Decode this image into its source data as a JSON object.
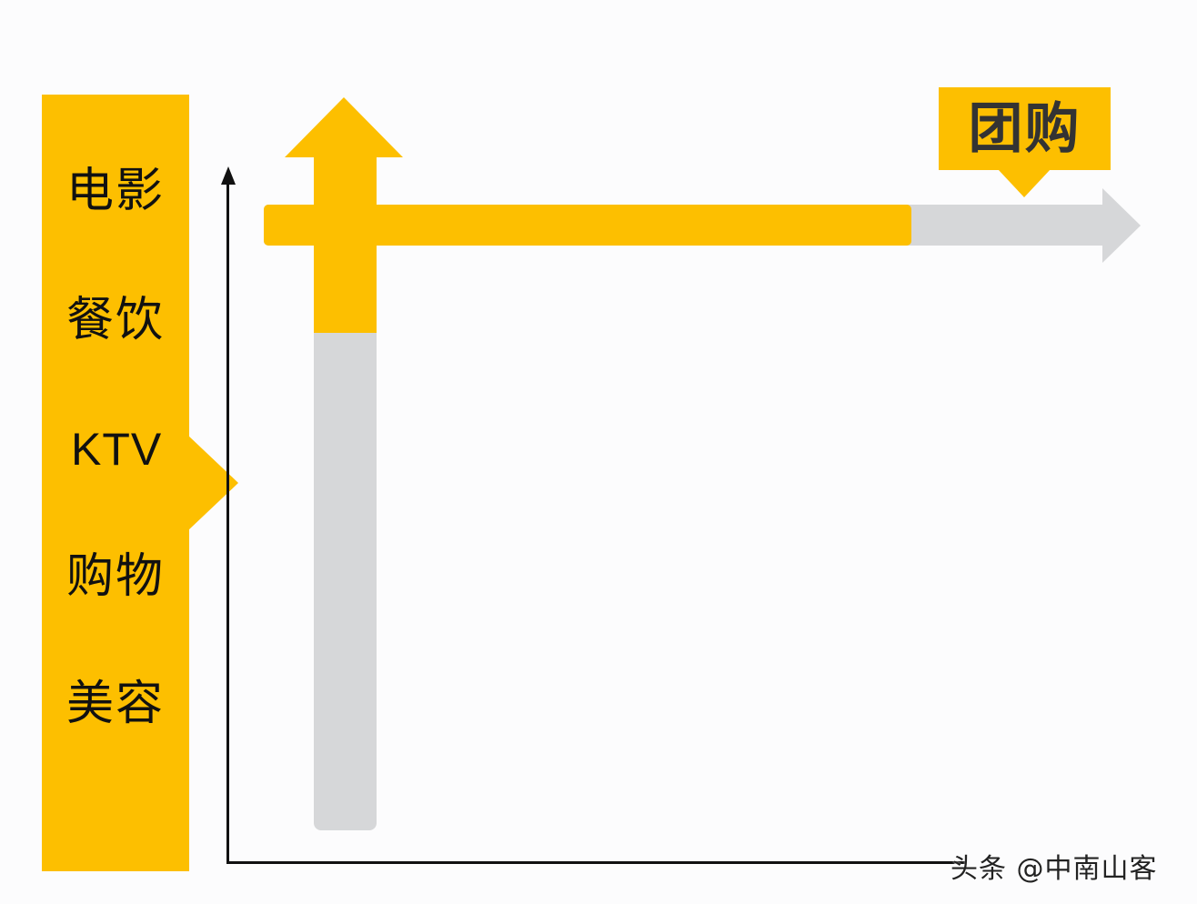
{
  "categories": {
    "items": [
      "电影",
      "餐饮",
      "KTV",
      "购物",
      "美容"
    ],
    "panel_color": "#fdbf00",
    "highlighted_item": "KTV"
  },
  "callout": {
    "label": "团购"
  },
  "watermark": {
    "text": "头条 @中南山客"
  },
  "colors": {
    "accent": "#fdbf00",
    "track": "#d6d7d9",
    "axis": "#111111",
    "background": "#fcfcfd"
  },
  "bars": {
    "horizontal": {
      "label": "团购",
      "fill_ratio": 0.77
    },
    "vertical": {
      "fill_ratio": 0.27
    }
  }
}
